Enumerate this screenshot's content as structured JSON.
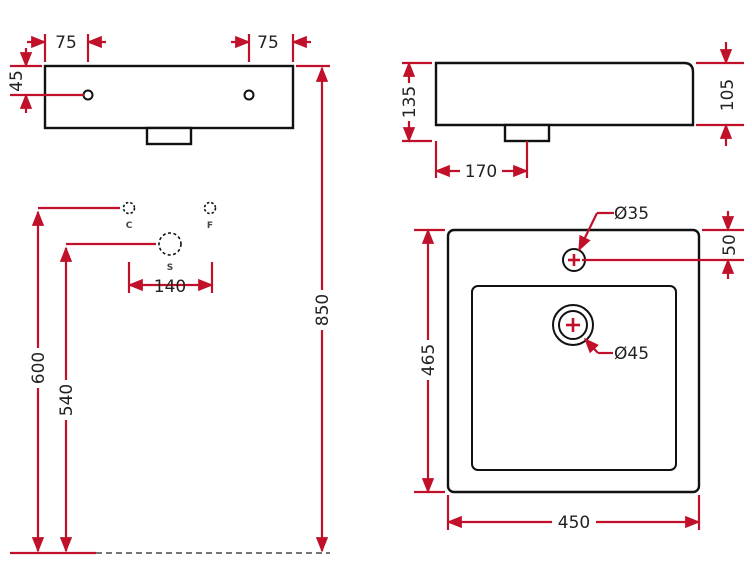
{
  "dimensions": {
    "front_hole_offset_left": "75",
    "front_hole_offset_right": "75",
    "front_rim_height": "45",
    "side_total_height": "135",
    "side_bowl_height": "105",
    "side_waste_offset": "170",
    "top_tap_hole_dia": "Ø35",
    "top_tap_offset": "50",
    "top_depth": "465",
    "top_width": "450",
    "top_waste_dia": "Ø45",
    "install_waste_spacing": "140",
    "install_supply_height": "600",
    "install_waste_height": "540",
    "install_rim_height": "850"
  },
  "connection_labels": {
    "cold": "C",
    "hot_feed": "F",
    "waste": "S"
  },
  "colors": {
    "dimension_line": "#c0102a",
    "outline": "#111111"
  }
}
